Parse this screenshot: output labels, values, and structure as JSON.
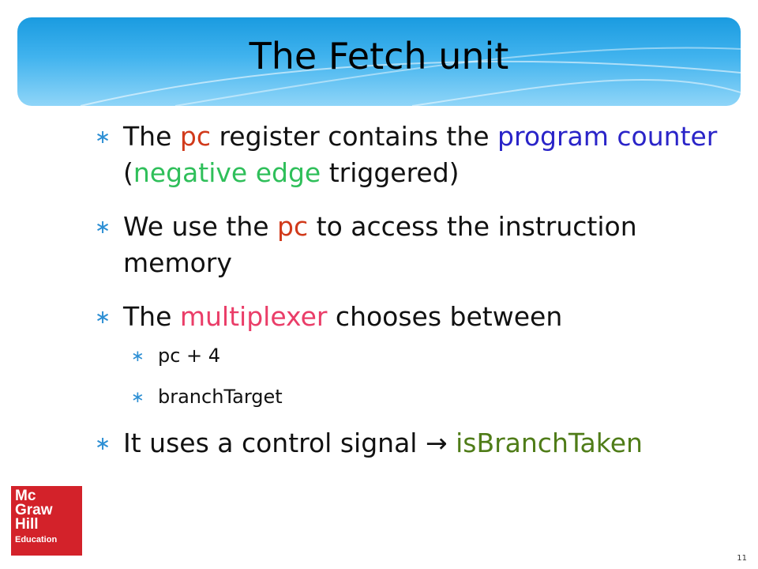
{
  "slide": {
    "title": "The Fetch unit",
    "bullet_glyph": "∗",
    "bullets": [
      {
        "parts": [
          "The ",
          "pc",
          " register contains the ",
          "program counter",
          " (",
          "negative edge",
          " triggered)"
        ]
      },
      {
        "parts": [
          "We use the ",
          "pc",
          " to access the instruction memory"
        ]
      },
      {
        "parts": [
          "The ",
          "multiplexer",
          " chooses between"
        ],
        "subitems": [
          "pc + 4",
          "branchTarget"
        ]
      },
      {
        "parts": [
          "It uses a control signal → ",
          "isBranchTaken"
        ]
      }
    ],
    "logo": {
      "lines": [
        "Mc",
        "Graw",
        "Hill",
        "Education"
      ]
    },
    "page_number": "11"
  },
  "colors": {
    "highlight_red": "#d13a1b",
    "highlight_blue": "#2a24c8",
    "highlight_green": "#2fbf5a",
    "highlight_pink": "#ea3d68",
    "highlight_olive": "#4f7c18",
    "banner_blue": "#1a9be0",
    "logo_red": "#d3222a"
  }
}
